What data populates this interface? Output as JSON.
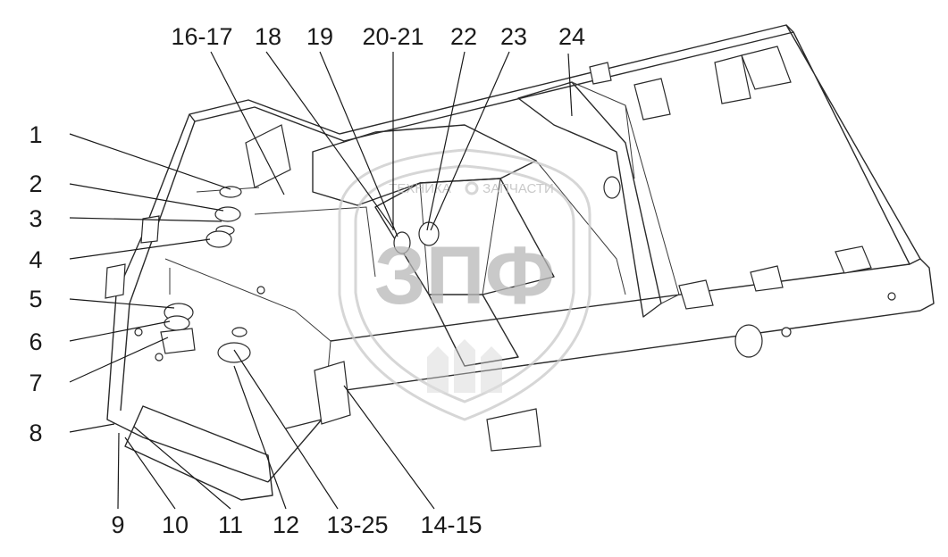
{
  "callouts": [
    {
      "id": "c1",
      "label": "1"
    },
    {
      "id": "c2",
      "label": "2"
    },
    {
      "id": "c3",
      "label": "3"
    },
    {
      "id": "c4",
      "label": "4"
    },
    {
      "id": "c5",
      "label": "5"
    },
    {
      "id": "c6",
      "label": "6"
    },
    {
      "id": "c7",
      "label": "7"
    },
    {
      "id": "c8",
      "label": "8"
    },
    {
      "id": "c9",
      "label": "9"
    },
    {
      "id": "c10",
      "label": "10"
    },
    {
      "id": "c11",
      "label": "11"
    },
    {
      "id": "c12",
      "label": "12"
    },
    {
      "id": "c13",
      "label": "13-25"
    },
    {
      "id": "c14",
      "label": "14-15"
    },
    {
      "id": "c16",
      "label": "16-17"
    },
    {
      "id": "c18",
      "label": "18"
    },
    {
      "id": "c19",
      "label": "19"
    },
    {
      "id": "c20",
      "label": "20-21"
    },
    {
      "id": "c22",
      "label": "22"
    },
    {
      "id": "c23",
      "label": "23"
    },
    {
      "id": "c24",
      "label": "24"
    }
  ],
  "watermark": {
    "top_text": "ТЕХНИКА",
    "bottom_text": "ЗАПЧАСТИ",
    "logo_text": "ЗПФ"
  }
}
